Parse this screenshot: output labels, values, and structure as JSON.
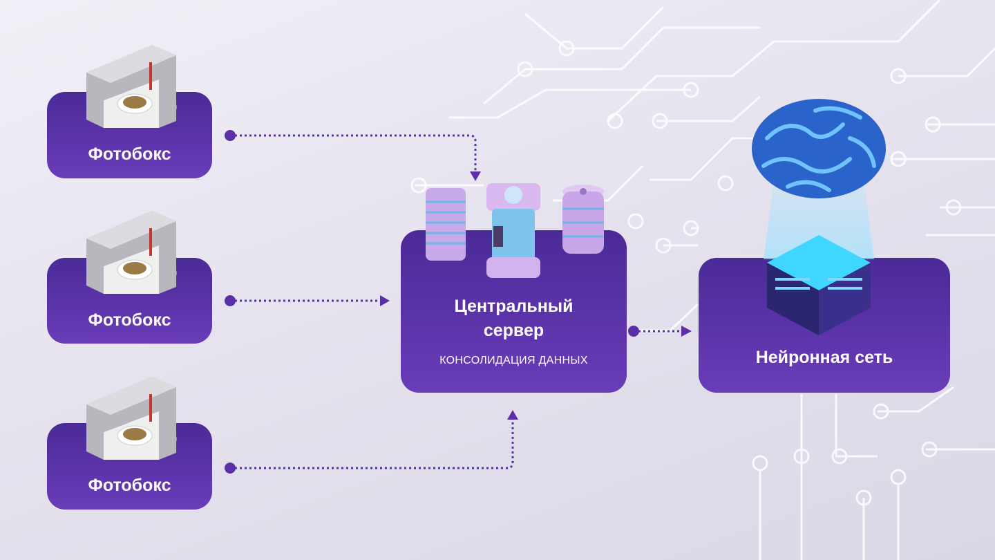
{
  "photoboxes": [
    {
      "label": "Фотобокс"
    },
    {
      "label": "Фотобокс"
    },
    {
      "label": "Фотобокс"
    }
  ],
  "server": {
    "title_line1": "Центральный",
    "title_line2": "сервер",
    "subtitle": "КОНСОЛИДАЦИЯ ДАННЫХ"
  },
  "neural": {
    "title": "Нейронная сеть"
  },
  "colors": {
    "box_top": "#4b2a97",
    "box_bottom": "#6a3cb9",
    "connector": "#5b2fa8",
    "circuit": "#ffffff"
  }
}
